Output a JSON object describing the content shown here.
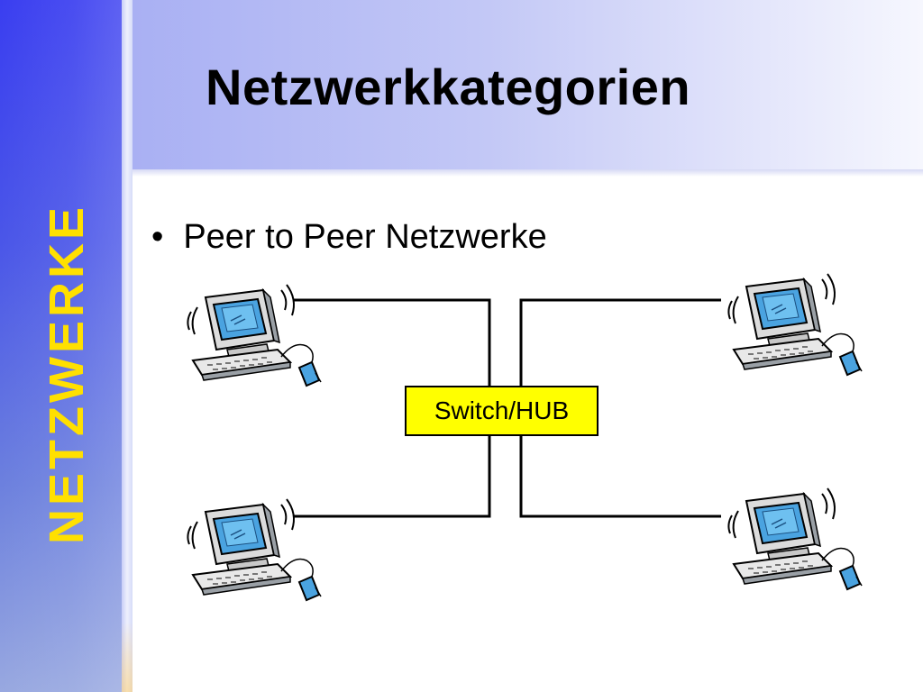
{
  "slide": {
    "sidebar_title": "NETZWERKE",
    "title": "Netzwerkkategorien",
    "bullet": "Peer to Peer Netzwerke"
  },
  "diagram": {
    "hub_label": "Switch/HUB",
    "computers": [
      "computer-top-left",
      "computer-top-right",
      "computer-bottom-left",
      "computer-bottom-right"
    ]
  },
  "colors": {
    "sidebar": "#3a3ef0",
    "sidebar_title": "#ffe000",
    "header_band": "#b6bcf4",
    "hub_fill": "#ffff00",
    "monitor": "#4aa3e0"
  },
  "icons": {
    "computer": "computer-icon"
  }
}
